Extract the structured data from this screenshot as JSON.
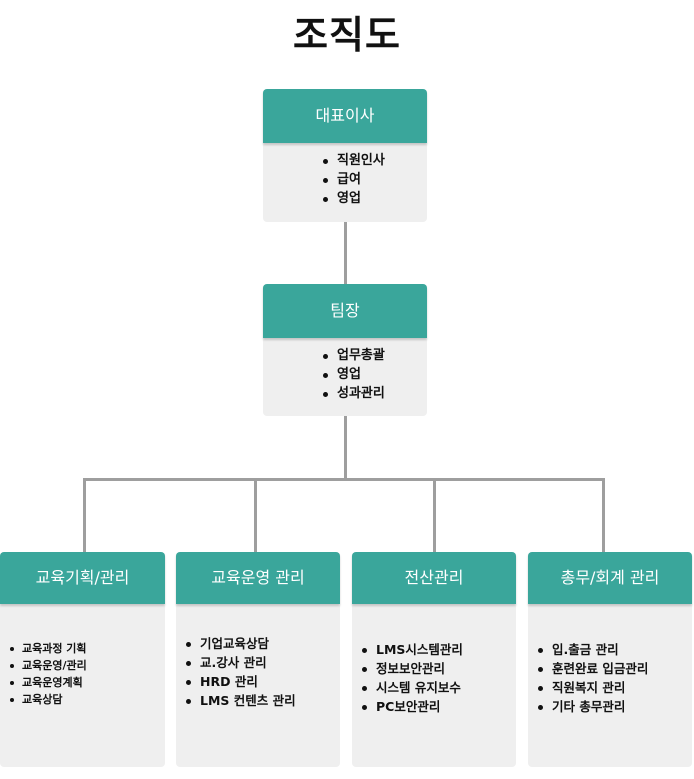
{
  "title": "조직도",
  "ceo": {
    "label": "대표이사",
    "items": [
      "직원인사",
      "급여",
      "영업"
    ]
  },
  "team_lead": {
    "label": "팀장",
    "items": [
      "업무총괄",
      "영업",
      "성과관리"
    ]
  },
  "departments": [
    {
      "label": "교육기획/관리",
      "items": [
        "교육과정 기획",
        "교육운영/관리",
        "교육운영계획",
        "교육상담"
      ]
    },
    {
      "label": "교육운영 관리",
      "items": [
        "기업교육상담",
        "교.강사 관리",
        "HRD 관리",
        "LMS 컨텐츠 관리"
      ]
    },
    {
      "label": "전산관리",
      "items": [
        "LMS시스템관리",
        "정보보안관리",
        "시스템 유지보수",
        "PC보안관리"
      ]
    },
    {
      "label": "총무/회계 관리",
      "items": [
        "입.출금 관리",
        "훈련완료 입금관리",
        "직원복지 관리",
        "기타 총무관리"
      ]
    }
  ],
  "colors": {
    "header_bg": "#3aa69b",
    "body_bg": "#efefef",
    "connector": "#9e9e9e"
  }
}
